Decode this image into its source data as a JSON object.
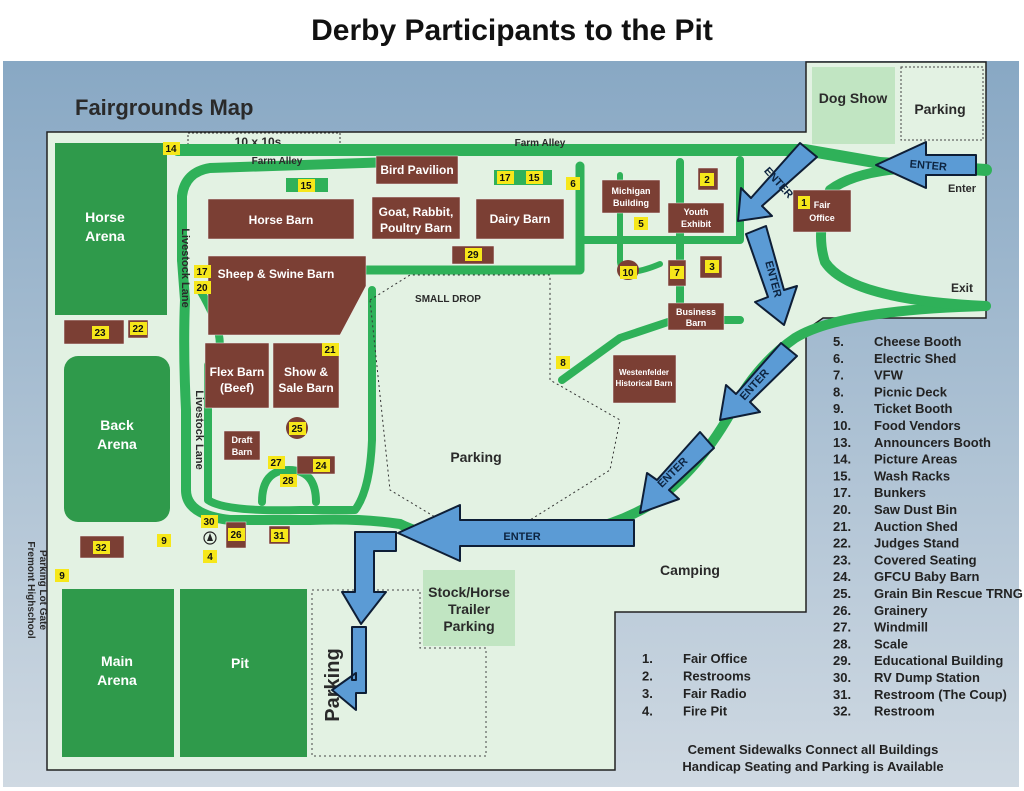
{
  "page_title": "Derby Participants to the Pit",
  "map_title": "Fairgrounds Map",
  "colors": {
    "ground": "#e3f2e3",
    "road": "#2fb159",
    "arena": "#2f9a4b",
    "building": "#7b3f34",
    "marker": "#f6e71a",
    "arrow": "#5b9bd5",
    "light_zone": "#c1e5c2"
  },
  "labels": {
    "dog_show": "Dog Show",
    "parking_top": "Parking",
    "ten_by_ten": "10 x 10s",
    "farm_alley": "Farm Alley",
    "enter": "Enter",
    "exit": "Exit",
    "horse_arena_1": "Horse",
    "horse_arena_2": "Arena",
    "back_arena_1": "Back",
    "back_arena_2": "Arena",
    "main_arena_1": "Main",
    "main_arena_2": "Arena",
    "pit": "Pit",
    "livestock_lane": "Livestock Lane",
    "horse_barn": "Horse Barn",
    "bird_pavilion": "Bird Pavilion",
    "goat_1": "Goat, Rabbit,",
    "goat_2": "Poultry Barn",
    "dairy_barn": "Dairy Barn",
    "michigan_1": "Michigan",
    "michigan_2": "Building",
    "youth_1": "Youth",
    "youth_2": "Exhibit",
    "fair_office_1": "Fair",
    "fair_office_2": "Office",
    "sheep_swine": "Sheep & Swine Barn",
    "small_drop": "SMALL DROP",
    "business_1": "Business",
    "business_2": "Barn",
    "west_1": "Westenfelder",
    "west_2": "Historical Barn",
    "flex_1": "Flex Barn",
    "flex_2": "(Beef)",
    "show_1": "Show &",
    "show_2": "Sale Barn",
    "draft_1": "Draft",
    "draft_2": "Barn",
    "parking_center": "Parking",
    "camping": "Camping",
    "stock_1": "Stock/Horse",
    "stock_2": "Trailer",
    "stock_3": "Parking",
    "parking_vertical": "Parking",
    "gate_1": "Fremont Highschool",
    "gate_2": "Parking Lot Gate",
    "arrow_enter_lower": "ENTER",
    "arrow_enter_upper": "ENTER",
    "footer_1": "Cement Sidewalks Connect all Buildings",
    "footer_2": "Handicap Seating and Parking is Available"
  },
  "markers": {
    "m1": "1",
    "m2": "2",
    "m3": "3",
    "m4": "4",
    "m5": "5",
    "m6": "6",
    "m7": "7",
    "m8": "8",
    "m9": "9",
    "m10": "10",
    "m14": "14",
    "m15": "15",
    "m17": "17",
    "m20": "20",
    "m21": "21",
    "m22": "22",
    "m23": "23",
    "m24": "24",
    "m25": "25",
    "m26": "26",
    "m27": "27",
    "m28": "28",
    "m29": "29",
    "m30": "30",
    "m31": "31",
    "m32": "32"
  },
  "legend_left": [
    {
      "num": "1.",
      "label": "Fair Office"
    },
    {
      "num": "2.",
      "label": "Restrooms"
    },
    {
      "num": "3.",
      "label": "Fair Radio"
    },
    {
      "num": "4.",
      "label": "Fire Pit"
    }
  ],
  "legend_right": [
    {
      "num": "5.",
      "label": "Cheese Booth"
    },
    {
      "num": "6.",
      "label": "Electric Shed"
    },
    {
      "num": "7.",
      "label": "VFW"
    },
    {
      "num": "8.",
      "label": "Picnic Deck"
    },
    {
      "num": "9.",
      "label": "Ticket Booth"
    },
    {
      "num": "10.",
      "label": "Food Vendors"
    },
    {
      "num": "13.",
      "label": "Announcers Booth"
    },
    {
      "num": "14.",
      "label": "Picture Areas"
    },
    {
      "num": "15.",
      "label": "Wash Racks"
    },
    {
      "num": "17.",
      "label": "Bunkers"
    },
    {
      "num": "20.",
      "label": "Saw Dust Bin"
    },
    {
      "num": "21.",
      "label": "Auction Shed"
    },
    {
      "num": "22.",
      "label": "Judges Stand"
    },
    {
      "num": "23.",
      "label": "Covered Seating"
    },
    {
      "num": "24.",
      "label": "GFCU Baby Barn"
    },
    {
      "num": "25.",
      "label": "Grain Bin Rescue TRNG"
    },
    {
      "num": "26.",
      "label": "Grainery"
    },
    {
      "num": "27.",
      "label": "Windmill"
    },
    {
      "num": "28.",
      "label": "Scale"
    },
    {
      "num": "29.",
      "label": "Educational Building"
    },
    {
      "num": "30.",
      "label": "RV Dump Station"
    },
    {
      "num": "31.",
      "label": "Restroom (The Coup)"
    },
    {
      "num": "32.",
      "label": "Restroom"
    }
  ]
}
